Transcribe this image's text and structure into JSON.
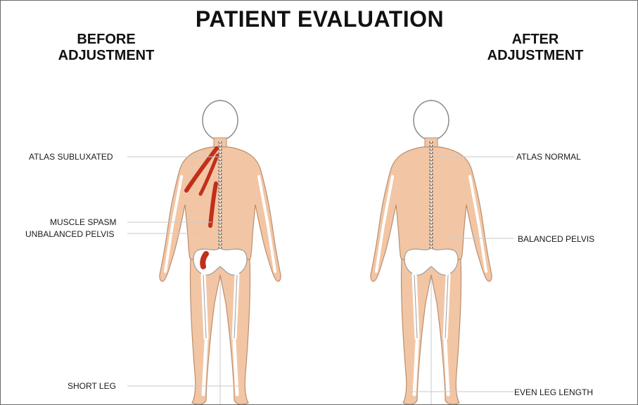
{
  "title": "PATIENT EVALUATION",
  "before": {
    "heading_line1": "BEFORE",
    "heading_line2": "ADJUSTMENT",
    "labels": {
      "atlas": "ATLAS SUBLUXATED",
      "spasm": "MUSCLE SPASM",
      "pelvis": "UNBALANCED PELVIS",
      "leg": "SHORT LEG"
    }
  },
  "after": {
    "heading_line1": "AFTER",
    "heading_line2": "ADJUSTMENT",
    "labels": {
      "atlas": "ATLAS NORMAL",
      "pelvis": "BALANCED PELVIS",
      "leg": "EVEN LEG LENGTH"
    }
  },
  "colors": {
    "skin": "#f2c6a4",
    "skin_outline": "#b98d70",
    "bone": "#ffffff",
    "bone_outline": "#9d9d9d",
    "spasm_red": "#c0301a",
    "guide_line": "#c9c9c9"
  }
}
